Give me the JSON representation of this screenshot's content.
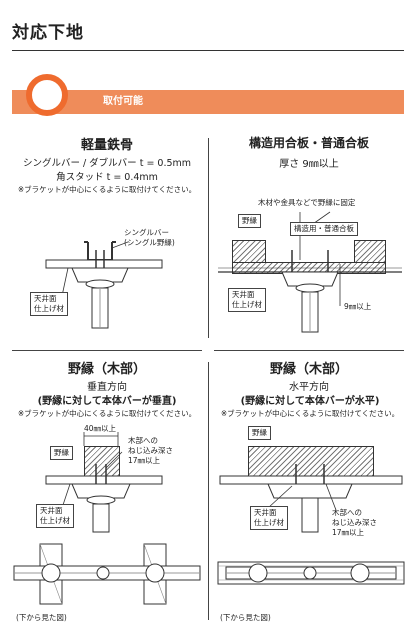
{
  "page": {
    "title": "対応下地"
  },
  "band": {
    "mode_label": "取付可能",
    "accent": "#ef8c5a",
    "ring_color": "#ef6b2e"
  },
  "panels": {
    "light_steel": {
      "heading": "軽量鉄骨",
      "spec_line1": "シングルバー / ダブルバー t = 0.5mm",
      "spec_line2": "角スタッド t = 0.4mm",
      "note": "※ブラケットが中心にくるように取付けてください。",
      "label_channel": "シングルバー\n(シングル野縁)",
      "label_ceiling": "天井面\n仕上げ材"
    },
    "plywood": {
      "heading": "構造用合板・普通合板",
      "spec": "厚さ 9㎜以上",
      "label_fix": "木材や金具などで野縁に固定",
      "label_batten": "野縁",
      "label_board": "構造用・普通合板",
      "label_ceiling": "天井面\n仕上げ材",
      "label_thickness": "9㎜以上"
    },
    "wood_vertical": {
      "heading": "野縁（木部）",
      "direction": "垂直方向",
      "direction_detail": "(野縁に対して本体バーが垂直)",
      "note": "※ブラケットが中心にくるように取付けてください。",
      "label_width": "40㎜以上",
      "label_batten": "野縁",
      "label_depth": "木部への\nねじ込み深さ\n17㎜以上",
      "label_ceiling": "天井面\n仕上げ材",
      "caption": "(下から見た図)"
    },
    "wood_horizontal": {
      "heading": "野縁（木部）",
      "direction": "水平方向",
      "direction_detail": "(野縁に対して本体バーが水平)",
      "note": "※ブラケットが中心にくるように取付けてください。",
      "label_batten": "野縁",
      "label_ceiling": "天井面\n仕上げ材",
      "label_depth": "木部への\nねじ込み深さ\n17㎜以上",
      "caption": "(下から見た図)"
    }
  }
}
